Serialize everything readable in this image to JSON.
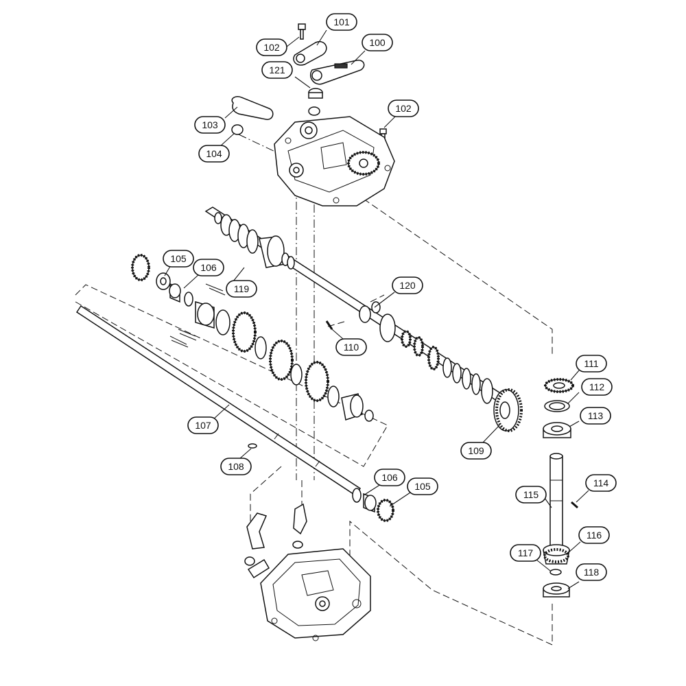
{
  "diagram": {
    "type": "exploded-parts-view",
    "callouts": [
      {
        "id": "c100",
        "label": "100"
      },
      {
        "id": "c101",
        "label": "101"
      },
      {
        "id": "c102a",
        "label": "102"
      },
      {
        "id": "c102b",
        "label": "102"
      },
      {
        "id": "c121",
        "label": "121"
      },
      {
        "id": "c103",
        "label": "103"
      },
      {
        "id": "c104",
        "label": "104"
      },
      {
        "id": "c105a",
        "label": "105"
      },
      {
        "id": "c106a",
        "label": "106"
      },
      {
        "id": "c119",
        "label": "119"
      },
      {
        "id": "c120",
        "label": "120"
      },
      {
        "id": "c110",
        "label": "110"
      },
      {
        "id": "c107",
        "label": "107"
      },
      {
        "id": "c108",
        "label": "108"
      },
      {
        "id": "c109",
        "label": "109"
      },
      {
        "id": "c106b",
        "label": "106"
      },
      {
        "id": "c105b",
        "label": "105"
      },
      {
        "id": "c111",
        "label": "111"
      },
      {
        "id": "c112",
        "label": "112"
      },
      {
        "id": "c113",
        "label": "113"
      },
      {
        "id": "c114",
        "label": "114"
      },
      {
        "id": "c115",
        "label": "115"
      },
      {
        "id": "c116",
        "label": "116"
      },
      {
        "id": "c117",
        "label": "117"
      },
      {
        "id": "c118",
        "label": "118"
      }
    ]
  }
}
